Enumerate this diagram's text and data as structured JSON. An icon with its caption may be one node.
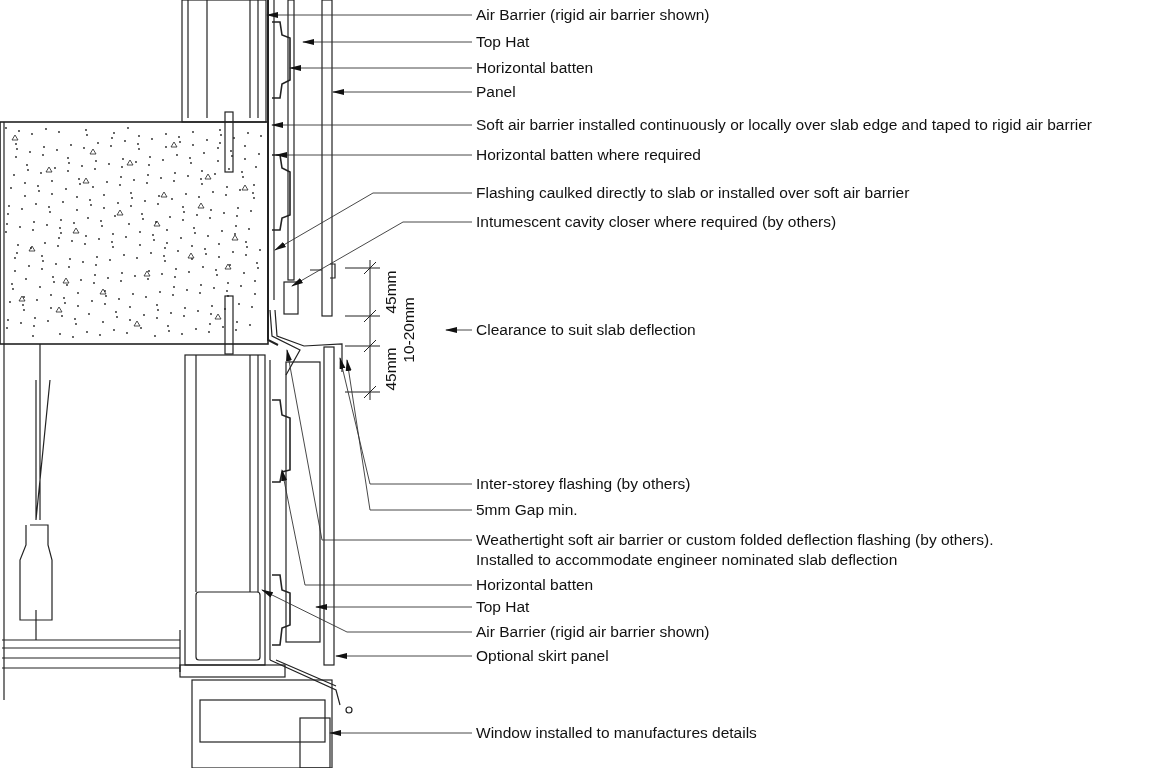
{
  "diagram": {
    "nodes": [
      {
        "text": [
          "Air Barrier (rigid air barrier shown)"
        ]
      },
      {
        "text": [
          "Top Hat"
        ]
      },
      {
        "text": [
          "Horizontal batten"
        ]
      },
      {
        "text": [
          "Panel"
        ]
      },
      {
        "text": [
          "Soft air barrier installed continuously or locally over slab edge and taped to rigid air barrier"
        ]
      },
      {
        "text": [
          "Horizontal batten where required"
        ]
      },
      {
        "text": [
          "Flashing caulked directly to slab or installed over soft air barrier"
        ]
      },
      {
        "text": [
          "Intumescent cavity closer where required (by others)"
        ]
      },
      {
        "text": [
          "Clearance to suit slab deflection"
        ]
      },
      {
        "text": [
          "Inter-storey flashing (by others)"
        ]
      },
      {
        "text": [
          "5mm Gap min."
        ]
      },
      {
        "text": [
          "Weathertight soft air barrier or custom folded deflection flashing (by others). Installed to accommodate engineer nominated slab deflection"
        ]
      },
      {
        "text": [
          "Horizontal batten"
        ]
      },
      {
        "text": [
          "Top Hat"
        ]
      },
      {
        "text": [
          "Air Barrier (rigid air barrier shown)"
        ]
      },
      {
        "text": [
          "Optional skirt panel"
        ]
      },
      {
        "text": [
          "Window installed to manufactures details"
        ]
      }
    ],
    "edges": [
      {
        "from": 0,
        "to": null,
        "arrow": "to"
      },
      {
        "from": 1,
        "to": null,
        "arrow": "to"
      },
      {
        "from": 2,
        "to": null,
        "arrow": "to"
      },
      {
        "from": 3,
        "to": null,
        "arrow": "to"
      },
      {
        "from": 4,
        "to": null,
        "arrow": "to"
      },
      {
        "from": 5,
        "to": null,
        "arrow": "to"
      },
      {
        "from": 6,
        "to": null,
        "arrow": "to"
      },
      {
        "from": 7,
        "to": null,
        "arrow": "to"
      },
      {
        "from": 8,
        "to": null,
        "arrow": "to"
      },
      {
        "from": 9,
        "to": null,
        "arrow": "to"
      },
      {
        "from": 10,
        "to": null,
        "arrow": "to"
      },
      {
        "from": 11,
        "to": null,
        "arrow": "to"
      },
      {
        "from": 12,
        "to": null,
        "arrow": "to"
      },
      {
        "from": 13,
        "to": null,
        "arrow": "to"
      },
      {
        "from": 14,
        "to": null,
        "arrow": "to"
      },
      {
        "from": 15,
        "to": null,
        "arrow": "to"
      },
      {
        "from": 16,
        "to": null,
        "arrow": "to"
      }
    ],
    "labels": [
      "45mm",
      "10-20mm",
      "45mm"
    ]
  }
}
